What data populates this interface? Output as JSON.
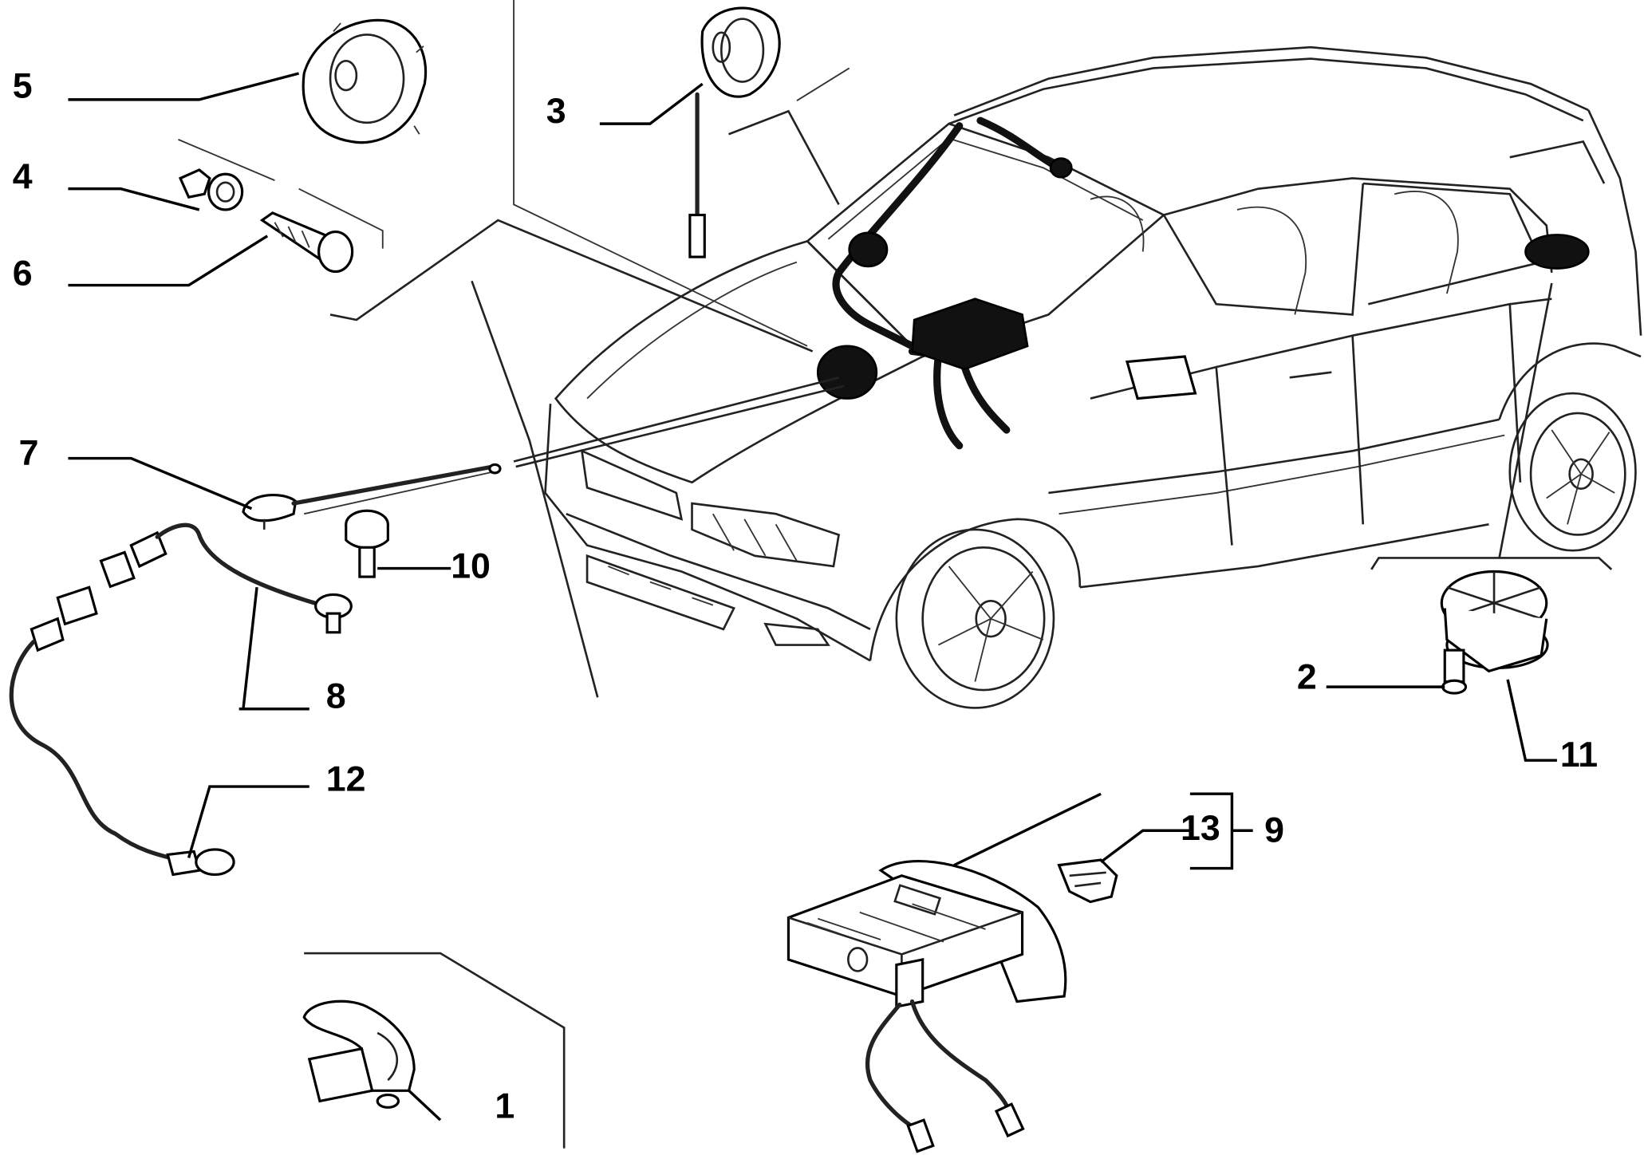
{
  "diagram": {
    "colors": {
      "ink": "#000000",
      "paper": "#ffffff"
    },
    "callouts": [
      {
        "id": "c1",
        "label": "1"
      },
      {
        "id": "c2",
        "label": "2"
      },
      {
        "id": "c3",
        "label": "3"
      },
      {
        "id": "c4",
        "label": "4"
      },
      {
        "id": "c5",
        "label": "5"
      },
      {
        "id": "c6",
        "label": "6"
      },
      {
        "id": "c7",
        "label": "7"
      },
      {
        "id": "c8",
        "label": "8"
      },
      {
        "id": "c9",
        "label": "9"
      },
      {
        "id": "c10",
        "label": "10"
      },
      {
        "id": "c11",
        "label": "11"
      },
      {
        "id": "c12",
        "label": "12"
      },
      {
        "id": "c13",
        "label": "13"
      }
    ]
  }
}
